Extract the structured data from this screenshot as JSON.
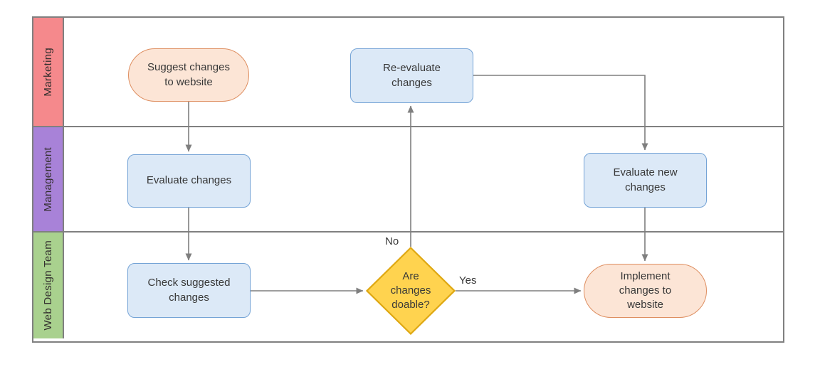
{
  "lanes": [
    {
      "label": "Marketing",
      "color": "#f5898c"
    },
    {
      "label": "Management",
      "color": "#a882d8"
    },
    {
      "label": "Web Design Team",
      "color": "#a9d18e"
    }
  ],
  "nodes": {
    "suggest": {
      "label": "Suggest changes to website",
      "type": "terminator",
      "lane": "Marketing"
    },
    "reevaluate": {
      "label": "Re-evaluate changes",
      "type": "process",
      "lane": "Marketing"
    },
    "evaluate": {
      "label": "Evaluate changes",
      "type": "process",
      "lane": "Management"
    },
    "evaluate_new": {
      "label": "Evaluate new changes",
      "type": "process",
      "lane": "Management"
    },
    "check": {
      "label": "Check suggested changes",
      "type": "process",
      "lane": "Web Design Team"
    },
    "decision": {
      "label": "Are changes doable?",
      "type": "decision",
      "lane": "Web Design Team"
    },
    "implement": {
      "label": "Implement changes to website",
      "type": "terminator",
      "lane": "Web Design Team"
    }
  },
  "edges": [
    {
      "from": "suggest",
      "to": "evaluate",
      "label": ""
    },
    {
      "from": "evaluate",
      "to": "check",
      "label": ""
    },
    {
      "from": "check",
      "to": "decision",
      "label": ""
    },
    {
      "from": "decision",
      "to": "implement",
      "label": "Yes"
    },
    {
      "from": "decision",
      "to": "reevaluate",
      "label": "No"
    },
    {
      "from": "reevaluate",
      "to": "evaluate_new",
      "label": ""
    },
    {
      "from": "evaluate_new",
      "to": "implement",
      "label": ""
    }
  ],
  "colors": {
    "process_fill": "#dce9f7",
    "process_stroke": "#74a3d6",
    "terminator_fill": "#fce5d6",
    "terminator_stroke": "#de8e60",
    "decision_fill": "#ffd34f",
    "decision_stroke": "#dfa812",
    "connector": "#7f7f7f",
    "lane_border": "#808080"
  }
}
